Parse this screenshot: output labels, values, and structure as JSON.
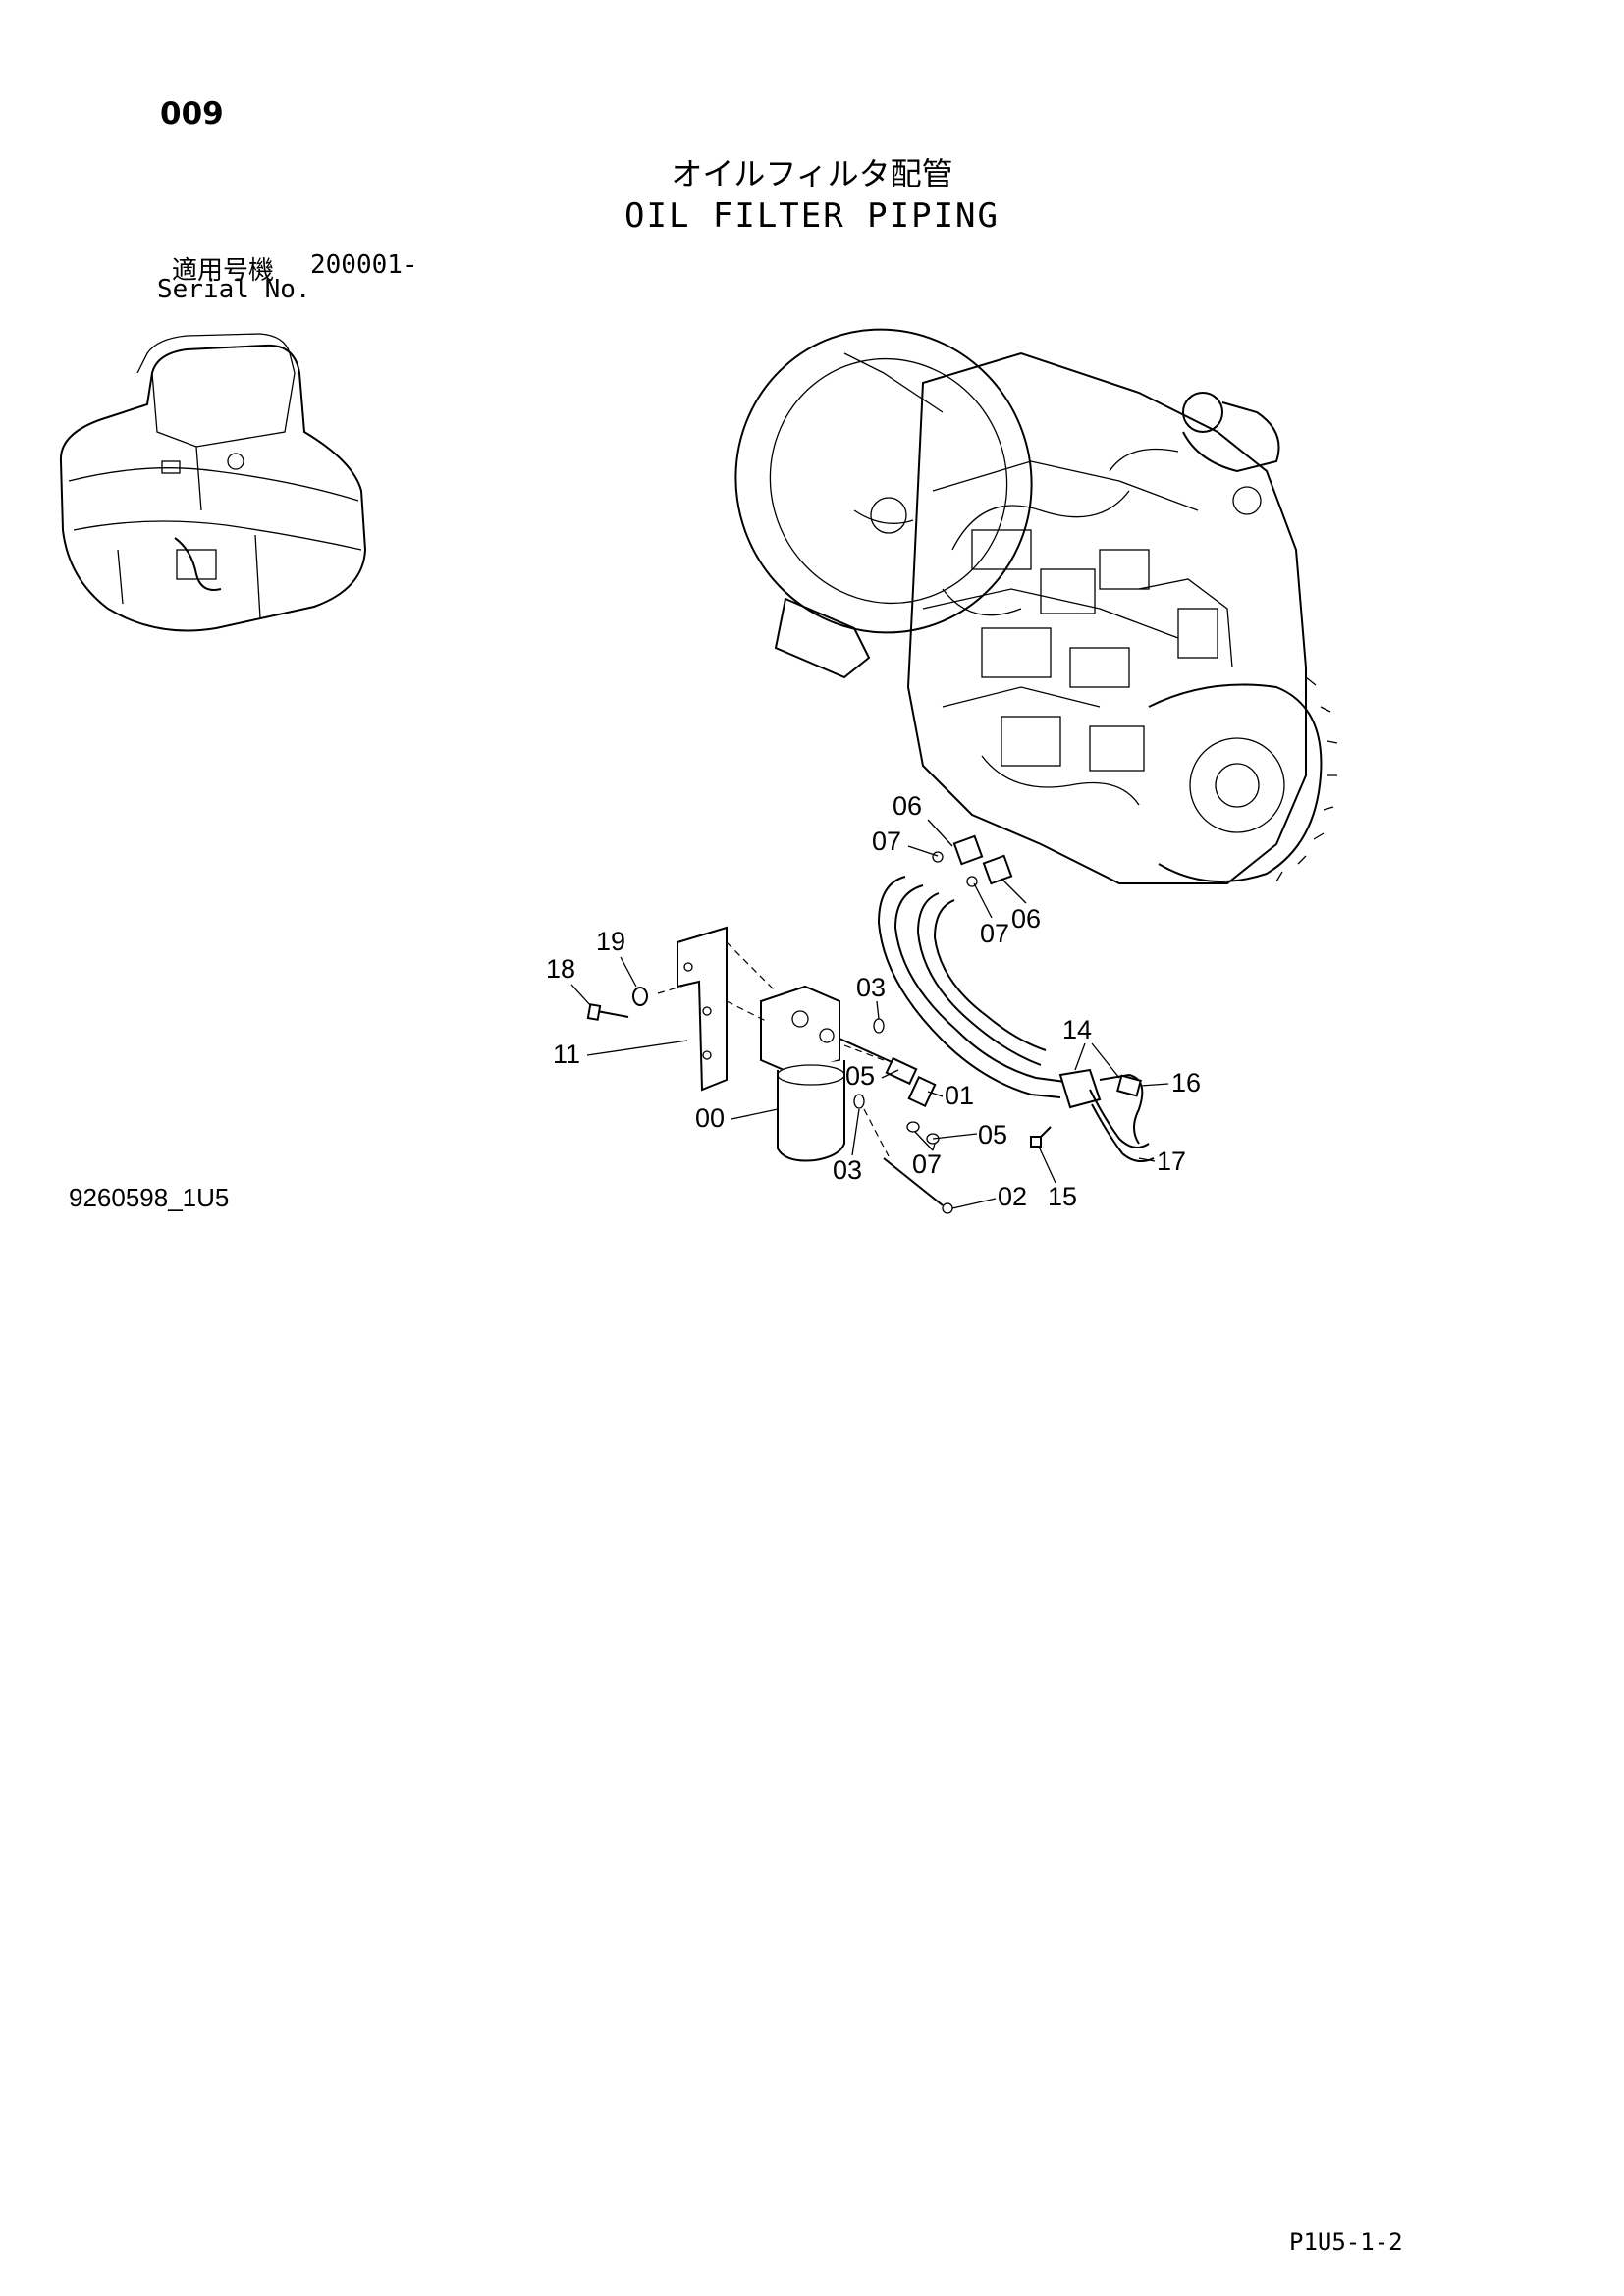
{
  "header": {
    "page_number": "009",
    "title_ja": "オイルフィルタ配管",
    "title_en": "OIL FILTER PIPING"
  },
  "serial": {
    "label_ja": "適用号機",
    "value": "200001-",
    "label_en": "Serial No."
  },
  "drawing_id": "9260598_1U5",
  "page_ref": "P1U5-1-2",
  "callouts": {
    "c00": "00",
    "c01": "01",
    "c02": "02",
    "c03a": "03",
    "c03b": "03",
    "c05a": "05",
    "c05b": "05",
    "c06a": "06",
    "c06b": "06",
    "c07a": "07",
    "c07b": "07",
    "c07c": "07",
    "c11": "11",
    "c14": "14",
    "c15": "15",
    "c16": "16",
    "c17": "17",
    "c18": "18",
    "c19": "19"
  }
}
